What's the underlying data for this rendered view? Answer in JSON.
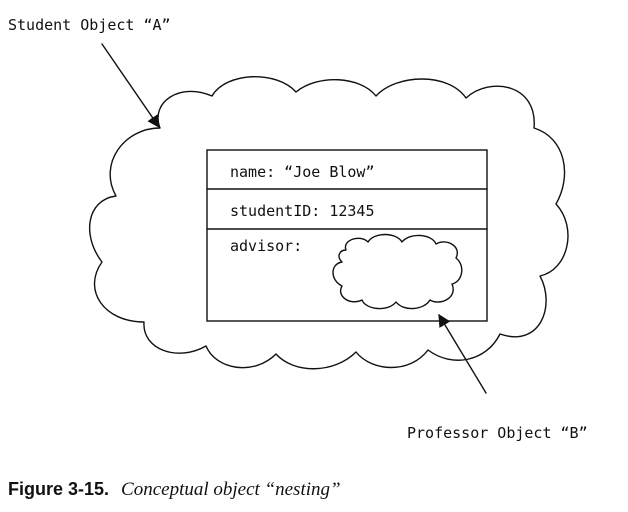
{
  "labels": {
    "object_a": "Student Object “A”",
    "object_b": "Professor Object “B”"
  },
  "object_fields": {
    "name": "name: “Joe Blow”",
    "student_id": "studentID: 12345",
    "advisor": "advisor:"
  },
  "caption": {
    "label": "Figure 3-15.",
    "text": "Conceptual object “nesting”"
  }
}
